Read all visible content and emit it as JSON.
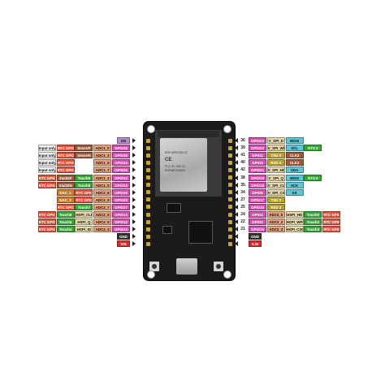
{
  "left_pins": [
    {
      "num": "",
      "labels": [
        {
          "text": "EN",
          "color": "#b38bd6",
          "cls": "dark"
        }
      ]
    },
    {
      "num": "",
      "labels": [
        {
          "text": "Input only",
          "color": "#f0f0f0",
          "cls": "dark"
        },
        {
          "text": "RTC GPIO0",
          "color": "#e2533a"
        },
        {
          "text": "SensVP",
          "color": "#9c5a3c"
        },
        {
          "text": "ADC1_0",
          "color": "#e6a07a",
          "cls": "dark"
        },
        {
          "text": "GPIO36",
          "color": "#d54fb0"
        }
      ]
    },
    {
      "num": "",
      "labels": [
        {
          "text": "Input only",
          "color": "#f0f0f0",
          "cls": "dark"
        },
        {
          "text": "RTC GPIO3",
          "color": "#e2533a"
        },
        {
          "text": "SensVN",
          "color": "#9c5a3c"
        },
        {
          "text": "ADC1_3",
          "color": "#e6a07a",
          "cls": "dark"
        },
        {
          "text": "GPIO39",
          "color": "#d54fb0"
        }
      ]
    },
    {
      "num": "",
      "labels": [
        {
          "text": "Input only",
          "color": "#f0f0f0",
          "cls": "dark"
        },
        {
          "text": "RTC GPIO4",
          "color": "#e2533a"
        },
        {
          "text": "",
          "color": "#ffffff",
          "cls": "dark"
        },
        {
          "text": "ADC1_6",
          "color": "#e6a07a",
          "cls": "dark"
        },
        {
          "text": "GPIO34",
          "color": "#d54fb0"
        }
      ]
    },
    {
      "num": "",
      "labels": [
        {
          "text": "Input only",
          "color": "#f0f0f0",
          "cls": "dark"
        },
        {
          "text": "RTC GPIO5",
          "color": "#e2533a"
        },
        {
          "text": "",
          "color": "#ffffff",
          "cls": "dark"
        },
        {
          "text": "ADC1_7",
          "color": "#e6a07a",
          "cls": "dark"
        },
        {
          "text": "GPIO35",
          "color": "#d54fb0"
        }
      ]
    },
    {
      "num": "",
      "labels": [
        {
          "text": "RTC GPIO9",
          "color": "#e2533a"
        },
        {
          "text": "Xtal32P",
          "color": "#9c5a3c"
        },
        {
          "text": "Touch9",
          "color": "#3aa63a"
        },
        {
          "text": "ADC1_4",
          "color": "#e6a07a",
          "cls": "dark"
        },
        {
          "text": "GPIO32",
          "color": "#d54fb0"
        }
      ]
    },
    {
      "num": "",
      "labels": [
        {
          "text": "RTC GPIO8",
          "color": "#e2533a"
        },
        {
          "text": "Xtal32N",
          "color": "#9c5a3c"
        },
        {
          "text": "Touch8",
          "color": "#3aa63a"
        },
        {
          "text": "ADC1_5",
          "color": "#e6a07a",
          "cls": "dark"
        },
        {
          "text": "GPIO33",
          "color": "#d54fb0"
        }
      ]
    },
    {
      "num": "",
      "labels": [
        {
          "text": "DAC_1",
          "color": "#cc7a2a"
        },
        {
          "text": "RTC GPIO6",
          "color": "#e2533a"
        },
        {
          "text": "ADC2_8",
          "color": "#e6a07a",
          "cls": "dark"
        },
        {
          "text": "GPIO25",
          "color": "#d54fb0"
        }
      ]
    },
    {
      "num": "",
      "labels": [
        {
          "text": "DAC_2",
          "color": "#cc7a2a"
        },
        {
          "text": "RTC GPIO7",
          "color": "#e2533a"
        },
        {
          "text": "ADC2_9",
          "color": "#e6a07a",
          "cls": "dark"
        },
        {
          "text": "GPIO26",
          "color": "#d54fb0"
        }
      ]
    },
    {
      "num": "",
      "labels": [
        {
          "text": "RTC GPIO17",
          "color": "#e2533a"
        },
        {
          "text": "Touch7",
          "color": "#3aa63a"
        },
        {
          "text": "ADC2_7",
          "color": "#e6a07a",
          "cls": "dark"
        },
        {
          "text": "GPIO27",
          "color": "#d54fb0"
        }
      ]
    },
    {
      "num": "",
      "labels": [
        {
          "text": "RTC GPIO16",
          "color": "#e2533a"
        },
        {
          "text": "Touch6",
          "color": "#3aa63a"
        },
        {
          "text": "HSPI_CLK",
          "color": "#e6d8a8",
          "cls": "dark"
        },
        {
          "text": "ADC2_6",
          "color": "#e6a07a",
          "cls": "dark"
        },
        {
          "text": "GPIO14",
          "color": "#d54fb0"
        }
      ]
    },
    {
      "num": "",
      "labels": [
        {
          "text": "RTC GPIO15",
          "color": "#e2533a"
        },
        {
          "text": "Touch5",
          "color": "#3aa63a"
        },
        {
          "text": "HSPI_Q",
          "color": "#e6d8a8",
          "cls": "dark"
        },
        {
          "text": "ADC2_5",
          "color": "#e6a07a",
          "cls": "dark"
        },
        {
          "text": "GPIO12",
          "color": "#d54fb0"
        }
      ]
    },
    {
      "num": "",
      "labels": [
        {
          "text": "RTC GPIO14",
          "color": "#e2533a"
        },
        {
          "text": "Touch4",
          "color": "#3aa63a"
        },
        {
          "text": "HSPI_ID",
          "color": "#e6d8a8",
          "cls": "dark"
        },
        {
          "text": "ADC2_4",
          "color": "#e6a07a",
          "cls": "dark"
        },
        {
          "text": "GPIO13",
          "color": "#d54fb0"
        }
      ]
    },
    {
      "num": "",
      "labels": [
        {
          "text": "GND",
          "color": "#333333"
        }
      ]
    },
    {
      "num": "",
      "labels": [
        {
          "text": "VIN",
          "color": "#d62b2b"
        }
      ]
    }
  ],
  "right_pins": [
    {
      "num": "36",
      "labels": [
        {
          "text": "GPIO23",
          "color": "#d54fb0"
        },
        {
          "text": "V_SPI_D",
          "color": "#e6d8a8",
          "cls": "dark"
        },
        {
          "text": "MOSI",
          "color": "#5cc7d6",
          "cls": "dark"
        }
      ]
    },
    {
      "num": "39",
      "labels": [
        {
          "text": "GPIO22",
          "color": "#d54fb0"
        },
        {
          "text": "V_SPI_WP",
          "color": "#e6d8a8",
          "cls": "dark"
        },
        {
          "text": "SCL",
          "color": "#5cc7d6",
          "cls": "dark"
        },
        {
          "text": "RTS 0",
          "color": "#3aa63a"
        }
      ]
    },
    {
      "num": "41",
      "labels": [
        {
          "text": "GPIO1",
          "color": "#d54fb0"
        },
        {
          "text": "TXD 0",
          "color": "#b8a030"
        },
        {
          "text": "CLK3",
          "color": "#9c5a3c"
        }
      ]
    },
    {
      "num": "40",
      "labels": [
        {
          "text": "GPIO3",
          "color": "#d54fb0"
        },
        {
          "text": "RXD 0",
          "color": "#b8a030"
        },
        {
          "text": "CLK2",
          "color": "#9c5a3c"
        }
      ]
    },
    {
      "num": "42",
      "labels": [
        {
          "text": "GPIO21",
          "color": "#d54fb0"
        },
        {
          "text": "V_SPI_HD",
          "color": "#e6d8a8",
          "cls": "dark"
        },
        {
          "text": "SDA",
          "color": "#5cc7d6",
          "cls": "dark"
        }
      ]
    },
    {
      "num": "38",
      "labels": [
        {
          "text": "GPIO19",
          "color": "#d54fb0"
        },
        {
          "text": "V_SPI_Q",
          "color": "#e6d8a8",
          "cls": "dark"
        },
        {
          "text": "MISO",
          "color": "#5cc7d6",
          "cls": "dark"
        },
        {
          "text": "RTS 0",
          "color": "#3aa63a"
        }
      ]
    },
    {
      "num": "35",
      "labels": [
        {
          "text": "GPIO18",
          "color": "#d54fb0"
        },
        {
          "text": "V_SPI_CLK",
          "color": "#e6d8a8",
          "cls": "dark"
        },
        {
          "text": "SCK",
          "color": "#5cc7d6",
          "cls": "dark"
        }
      ]
    },
    {
      "num": "34",
      "labels": [
        {
          "text": "GPIO5",
          "color": "#d54fb0"
        },
        {
          "text": "V_SPI_CS0",
          "color": "#e6d8a8",
          "cls": "dark"
        },
        {
          "text": "SS",
          "color": "#5cc7d6",
          "cls": "dark"
        }
      ]
    },
    {
      "num": "27",
      "labels": [
        {
          "text": "GPIO17",
          "color": "#d54fb0"
        },
        {
          "text": "TXD 2",
          "color": "#b8a030"
        }
      ]
    },
    {
      "num": "25",
      "labels": [
        {
          "text": "GPIO16",
          "color": "#d54fb0"
        },
        {
          "text": "RXD 2",
          "color": "#b8a030"
        }
      ]
    },
    {
      "num": "24",
      "labels": [
        {
          "text": "GPIO4",
          "color": "#d54fb0"
        },
        {
          "text": "ADC2_0",
          "color": "#e6a07a",
          "cls": "dark"
        },
        {
          "text": "HSPI_HD",
          "color": "#e6d8a8",
          "cls": "dark"
        },
        {
          "text": "Touch0",
          "color": "#3aa63a"
        },
        {
          "text": "RTC GPIO10",
          "color": "#e2533a"
        }
      ]
    },
    {
      "num": "22",
      "labels": [
        {
          "text": "GPIO2",
          "color": "#d54fb0"
        },
        {
          "text": "ADC2_2",
          "color": "#e6a07a",
          "cls": "dark"
        },
        {
          "text": "HSPI_WP0",
          "color": "#e6d8a8",
          "cls": "dark"
        },
        {
          "text": "Touch2",
          "color": "#3aa63a"
        },
        {
          "text": "RTC GPIO12",
          "color": "#e2533a"
        }
      ]
    },
    {
      "num": "21",
      "labels": [
        {
          "text": "GPIO15",
          "color": "#d54fb0"
        },
        {
          "text": "ADC2_3",
          "color": "#e6a07a",
          "cls": "dark"
        },
        {
          "text": "HSPI_CS0",
          "color": "#e6d8a8",
          "cls": "dark"
        },
        {
          "text": "Touch3",
          "color": "#3aa63a"
        },
        {
          "text": "RTC GPIO13",
          "color": "#e2533a"
        }
      ]
    },
    {
      "num": "",
      "labels": [
        {
          "text": "GND",
          "color": "#333333"
        }
      ]
    },
    {
      "num": "",
      "labels": [
        {
          "text": "3.3v",
          "color": "#d62b2b"
        }
      ]
    }
  ],
  "left_pin_numbers": [
    "",
    "",
    "",
    "",
    "",
    "",
    "",
    "",
    "",
    "",
    "",
    "",
    "",
    "",
    ""
  ],
  "board": {
    "module_text_1": "ESP-WROOM-32",
    "module_text_2": "CE",
    "module_text_3": "FCC ID: 2AC7Z-ESPWROOM32"
  },
  "colors": {
    "board": "#1b1b1b",
    "gpio": "#d54fb0",
    "rtc": "#e2533a",
    "adc": "#e6a07a",
    "touch": "#3aa63a",
    "spi": "#e6d8a8",
    "i2c": "#5cc7d6",
    "power": "#d62b2b",
    "gnd": "#333333"
  }
}
